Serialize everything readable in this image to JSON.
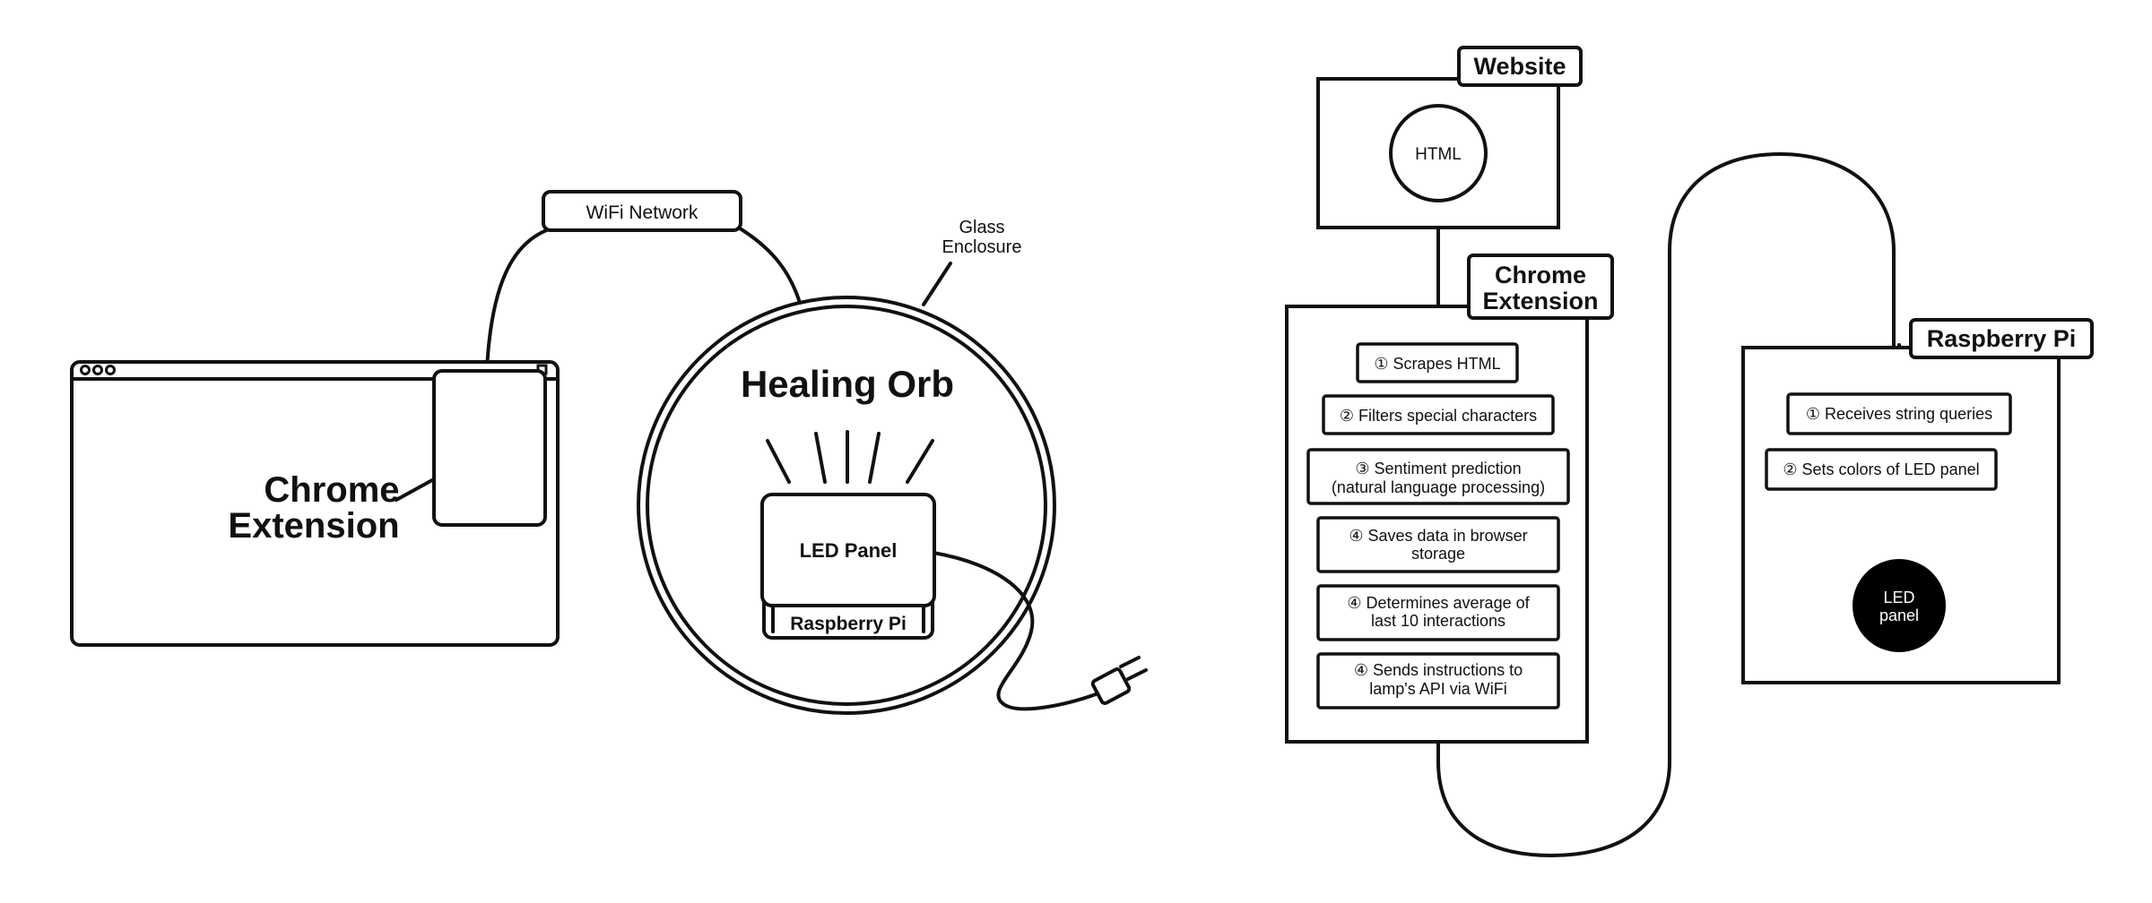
{
  "left": {
    "wifi_label": "WiFi Network",
    "glass_label_line1": "Glass",
    "glass_label_line2": "Enclosure",
    "extension_label_line1": "Chrome",
    "extension_label_line2": "Extension",
    "orb_title": "Healing Orb",
    "led_panel_label": "LED Panel",
    "raspberry_label": "Raspberry Pi"
  },
  "right": {
    "website_title": "Website",
    "html_label": "HTML",
    "chrome_title_line1": "Chrome",
    "chrome_title_line2": "Extension",
    "chrome_steps": [
      {
        "lines": [
          "① Scrapes HTML"
        ]
      },
      {
        "lines": [
          "② Filters special characters"
        ]
      },
      {
        "lines": [
          "③ Sentiment prediction",
          "(natural language processing)"
        ]
      },
      {
        "lines": [
          "④ Saves data in browser",
          "storage"
        ]
      },
      {
        "lines": [
          "④ Determines average of",
          "last 10 interactions"
        ]
      },
      {
        "lines": [
          "④ Sends instructions to",
          "lamp's API via WiFi"
        ]
      }
    ],
    "pi_title": "Raspberry Pi",
    "pi_steps": [
      {
        "lines": [
          "① Receives string queries"
        ]
      },
      {
        "lines": [
          "② Sets colors of LED panel"
        ]
      }
    ],
    "led_line1": "LED",
    "led_line2": "panel"
  }
}
